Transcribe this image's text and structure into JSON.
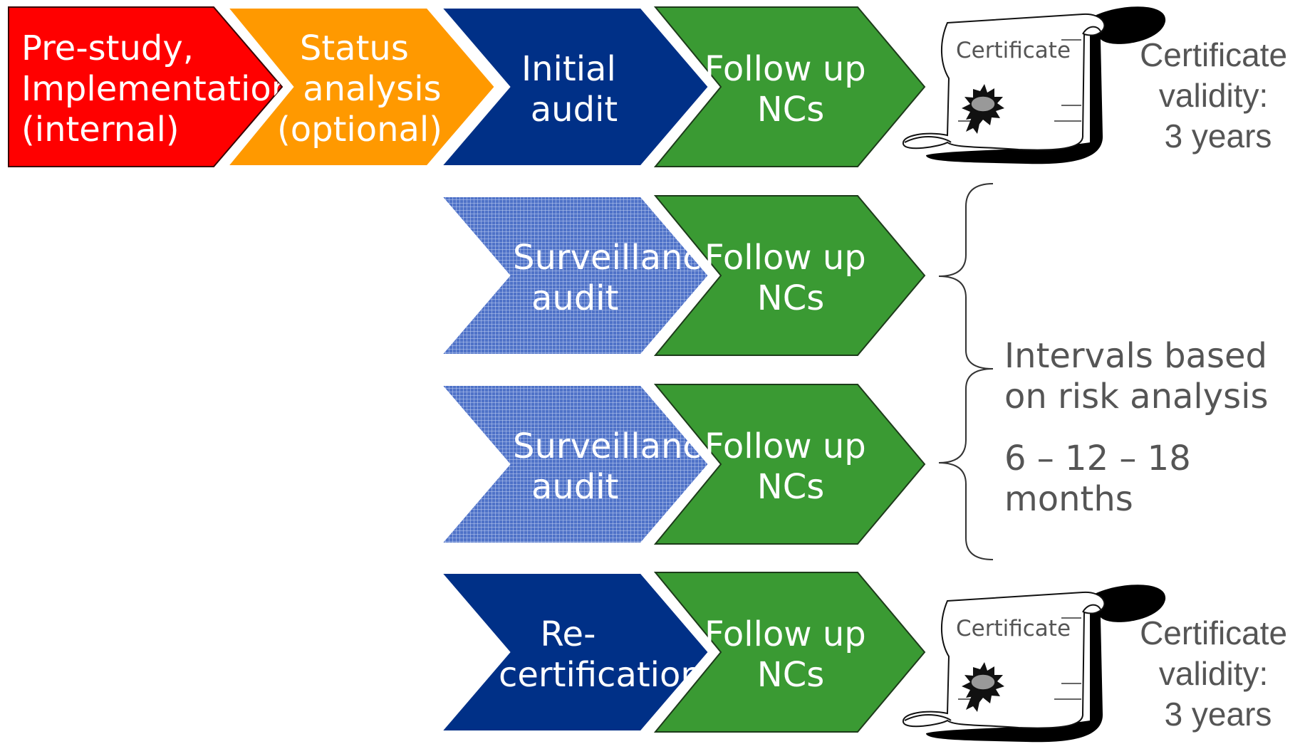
{
  "colors": {
    "red": "#ff0000",
    "orange": "#ff9900",
    "navy": "#003087",
    "green": "#3a9a33",
    "pattern_blue": "#6f8fd8",
    "text_gray": "#555555"
  },
  "row1": {
    "prestudy": [
      "Pre-study,",
      "Implementation",
      "(internal)"
    ],
    "status": [
      "Status",
      "analysis",
      "(optional)"
    ],
    "initial": [
      "Initial",
      "audit"
    ],
    "followup": [
      "Follow up",
      "NCs"
    ]
  },
  "row2": {
    "surveillance": [
      "Surveillance",
      "audit"
    ],
    "followup": [
      "Follow up",
      "NCs"
    ]
  },
  "row3": {
    "surveillance": [
      "Surveillance",
      "audit"
    ],
    "followup": [
      "Follow up",
      "NCs"
    ]
  },
  "row4": {
    "recert": [
      "Re-",
      "certification"
    ],
    "followup": [
      "Follow up",
      "NCs"
    ]
  },
  "certificate": {
    "word": "Certificate",
    "icon": "certificate-scroll-icon",
    "validity": [
      "Certificate",
      "validity:",
      "3 years"
    ]
  },
  "intervals": {
    "line1": "Intervals based",
    "line2": "on risk analysis",
    "months1": "6 – 12 – 18",
    "months2": "months"
  }
}
